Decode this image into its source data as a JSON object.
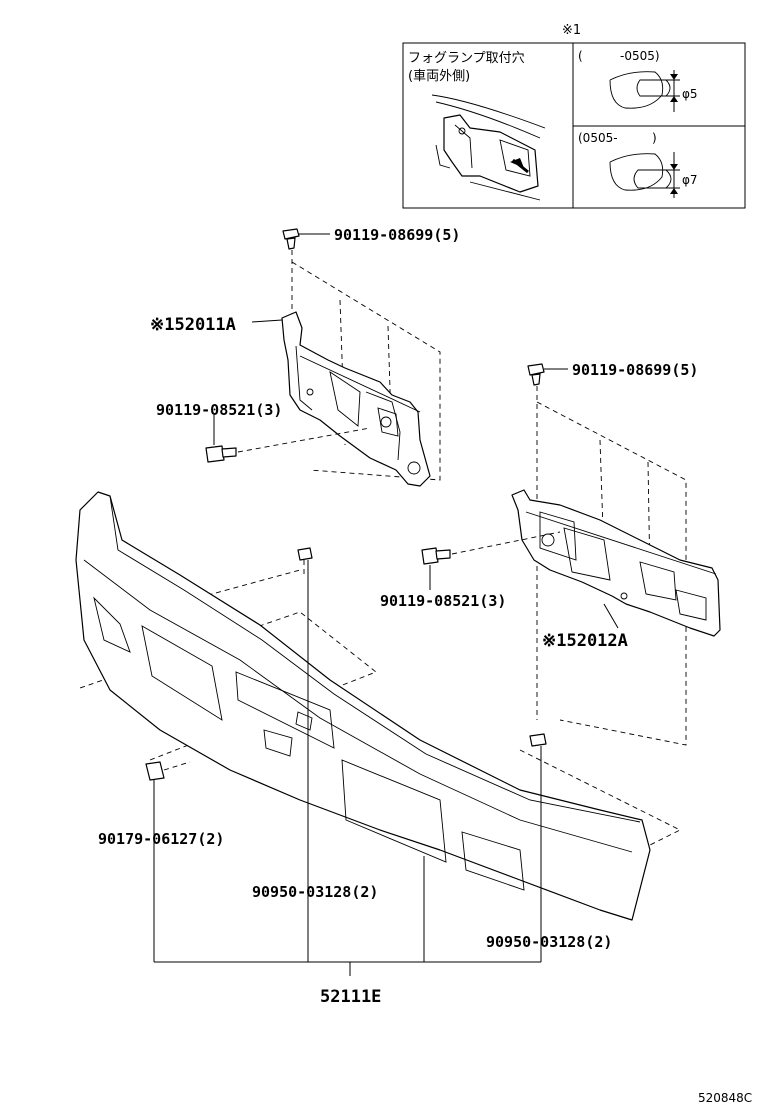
{
  "inset": {
    "ref_mark": "※1",
    "title_line1": "フォグランプ取付穴",
    "title_line2": "(車両外側)",
    "row1_range_open": "(",
    "row1_range_to": "-0505)",
    "row1_diameter": "φ5",
    "row2_range_from": "(0505-",
    "row2_range_close": ")",
    "row2_diameter": "φ7"
  },
  "parts": {
    "screw_upper_left": "90119-08699(5)",
    "bracket_left": "※152011A",
    "bolt_left": "90119-08521(3)",
    "screw_upper_right": "90119-08699(5)",
    "bolt_right": "90119-08521(3)",
    "bracket_right": "※152012A",
    "nut_left": "90179-06127(2)",
    "clip_center": "90950-03128(2)",
    "clip_right": "90950-03128(2)",
    "bumper": "52111E"
  },
  "figure_code": "520848C"
}
